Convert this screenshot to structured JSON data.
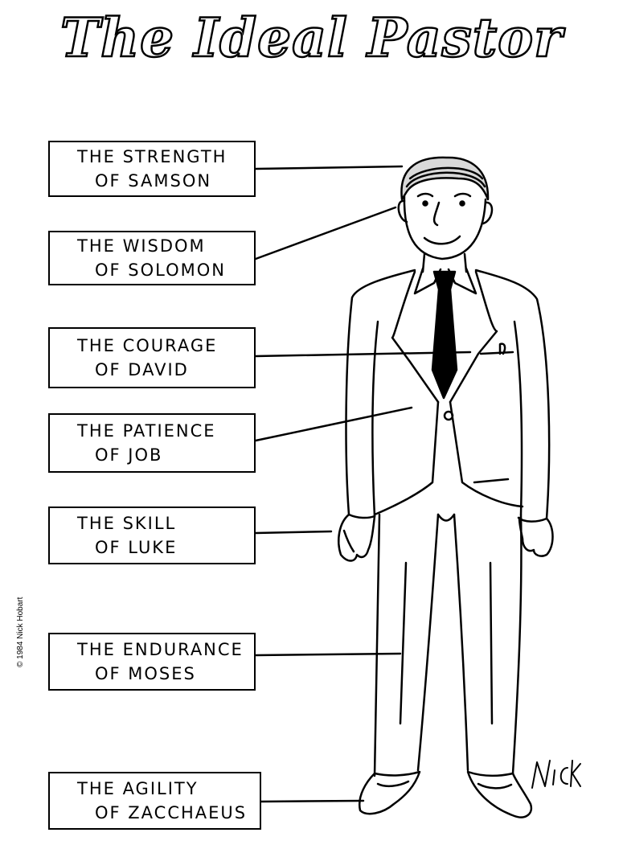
{
  "title": "The Ideal Pastor",
  "labels": [
    {
      "line1": "THE STRENGTH",
      "line2": "OF SAMSON"
    },
    {
      "line1": "THE WISDOM",
      "line2": "OF SOLOMON"
    },
    {
      "line1": "THE COURAGE",
      "line2": "OF DAVID"
    },
    {
      "line1": "THE PATIENCE",
      "line2": "OF JOB"
    },
    {
      "line1": "THE SKILL",
      "line2": "OF LUKE"
    },
    {
      "line1": "THE ENDURANCE",
      "line2": "OF MOSES"
    },
    {
      "line1": "THE AGILITY",
      "line2": "OF ZACCHAEUS"
    }
  ],
  "copyright": "© 1984 Nick Hobart",
  "signature": "Nick"
}
